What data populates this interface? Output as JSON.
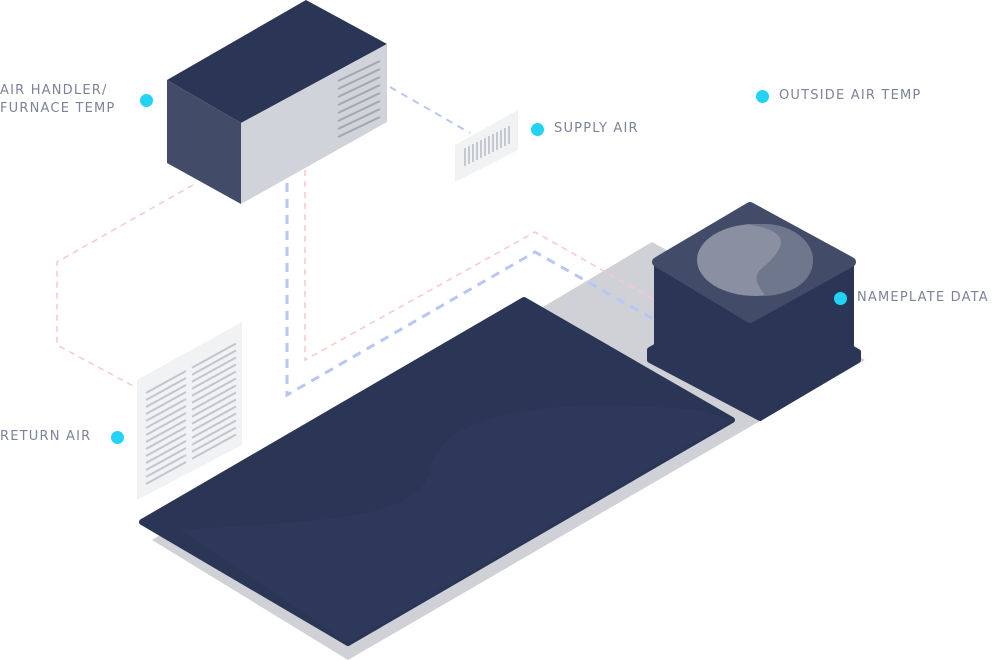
{
  "labels": {
    "air_handler_line1": "AIR HANDLER/",
    "air_handler_line2": "FURNACE TEMP",
    "supply_air": "SUPPLY AIR",
    "outside_air_temp": "OUTSIDE AIR TEMP",
    "nameplate_data": "NAMEPLATE DATA",
    "return_air": "RETURN AIR"
  },
  "colors": {
    "marker": "#22d3f5",
    "dark_navy": "#2b3657",
    "label_text": "#7d8399",
    "supply_line": "#b9c6f5",
    "return_line": "#f7c9c9"
  }
}
